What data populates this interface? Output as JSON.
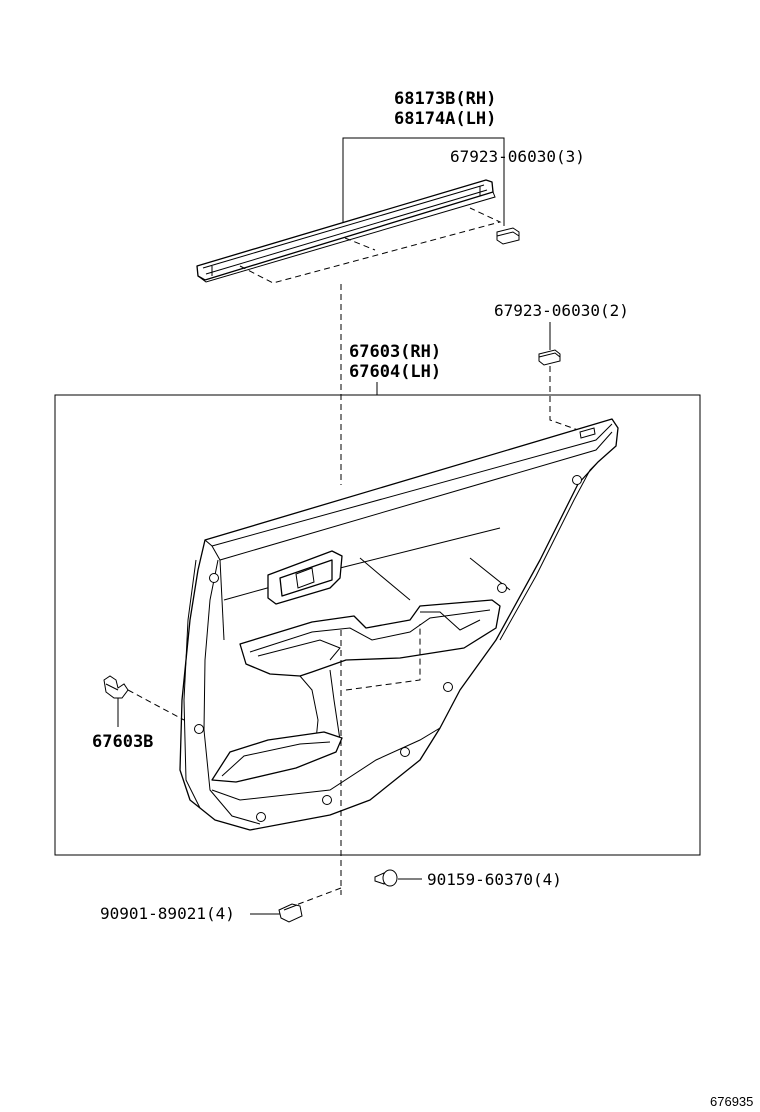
{
  "parts": {
    "weatherstrip_rh": "68173B(RH)",
    "weatherstrip_lh": "68174A(LH)",
    "clip_top": "67923-06030(3)",
    "clip_mid": "67923-06030(2)",
    "panel_rh": "67603(RH)",
    "panel_lh": "67604(LH)",
    "clip_left": "67603B",
    "screw": "90159-60370(4)",
    "clip_bottom": "90901-89021(4)"
  },
  "diagram_number": "676935"
}
